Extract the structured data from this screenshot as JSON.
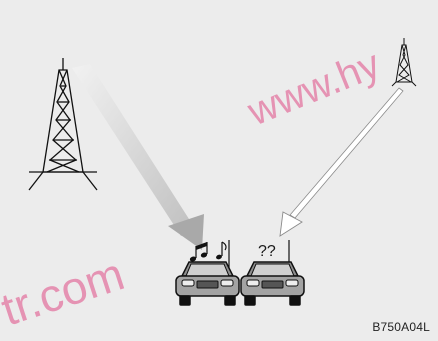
{
  "diagram": {
    "figure_code": "B750A04L",
    "question_marks": "??",
    "watermark_right": "www.hy",
    "watermark_left": "tr.com"
  }
}
